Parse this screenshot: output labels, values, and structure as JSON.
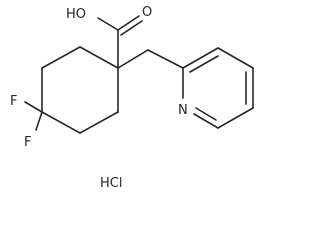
{
  "molecule": {
    "labels": {
      "carboxyl_oh": "HO",
      "carbonyl_o": "O",
      "fluorine_upper": "F",
      "fluorine_lower": "F",
      "pyridine_n": "N"
    },
    "salt": "HCl"
  }
}
